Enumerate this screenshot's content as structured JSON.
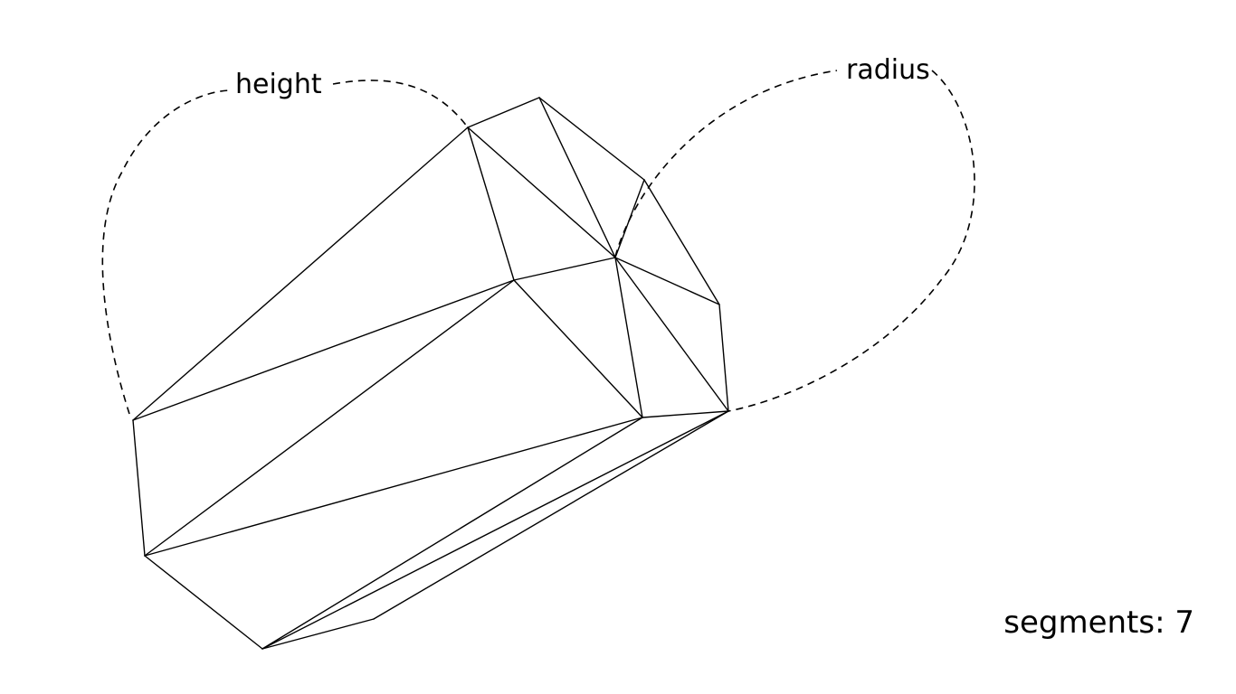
{
  "diagram": {
    "type": "cylinder-wireframe",
    "labels": {
      "height": "height",
      "radius": "radius"
    },
    "segments_text": "segments: 7"
  },
  "colors": {
    "background": "#ffffff",
    "stroke": "#000000"
  }
}
